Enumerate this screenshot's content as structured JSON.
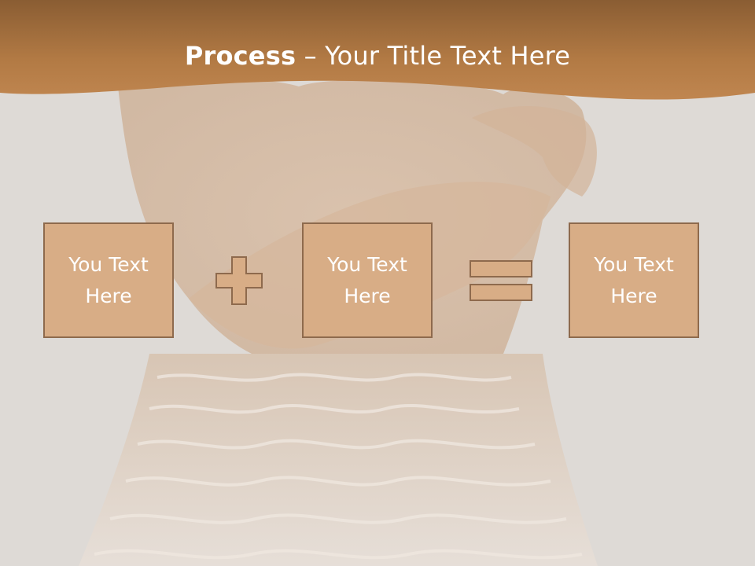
{
  "slide": {
    "title_bold": "Process",
    "title_rest": " – Your Title Text Here"
  },
  "boxes": [
    {
      "text": "You Text Here"
    },
    {
      "text": "You Text Here"
    },
    {
      "text": "You Text Here"
    }
  ],
  "operators": [
    "plus-icon",
    "equals-icon"
  ],
  "colors": {
    "header": "#b47b45",
    "box_fill": "#d8ad86",
    "box_border": "#8e6a4d",
    "background": "#dedad6"
  }
}
